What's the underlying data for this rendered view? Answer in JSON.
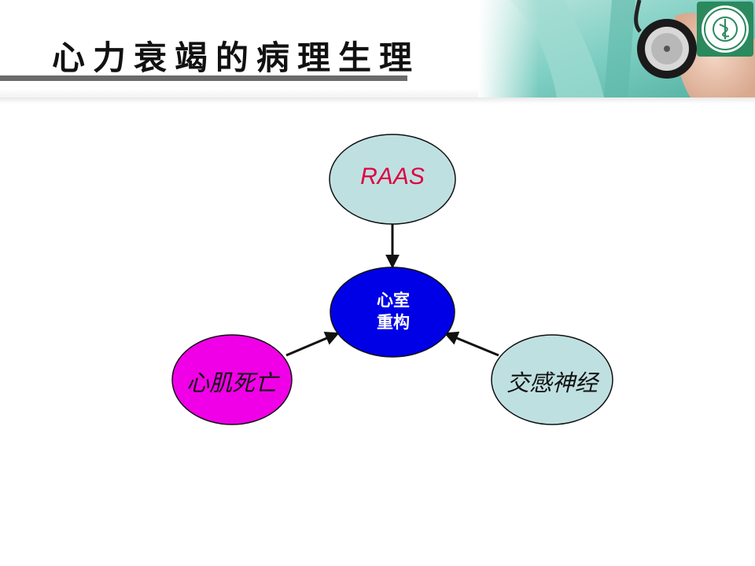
{
  "title": "心力衰竭的病理生理",
  "diagram": {
    "center": {
      "line1": "心室",
      "line2": "重构"
    },
    "top_node": {
      "label": "RAAS"
    },
    "left_node": {
      "label": "心肌死亡"
    },
    "right_node": {
      "label": "交感神经"
    }
  },
  "colors": {
    "center_fill": "#0000e6",
    "top_fill": "#bfe0e1",
    "left_fill": "#f000e6",
    "right_fill": "#bfe0e1",
    "raas_text": "#e00040",
    "seal_green": "#2a8a5e"
  },
  "icons": {
    "header_photo": "stethoscope-photo",
    "logo": "university-seal-icon"
  }
}
